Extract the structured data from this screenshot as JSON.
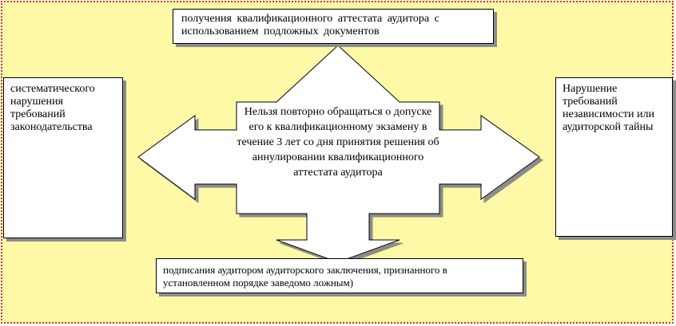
{
  "colors": {
    "background": "#fdf9a6",
    "frame_border": "#d8322a",
    "box_fill": "#ffffff",
    "shadow": "#8c8c8c"
  },
  "center": {
    "text": "Нельзя повторно обращаться о допуске его к квалификационному экзамену в течение 3 лет со дня принятия решения об аннулировании квалификационного аттестата аудитора"
  },
  "top_box": {
    "text": "получения квалификационного аттестата аудитора с использованием подложных документов"
  },
  "left_box": {
    "text": "систематического нарушения требований законодательства"
  },
  "right_box": {
    "text": "Нарушение требований независимости или аудиторской тайны"
  },
  "bottom_box": {
    "text": "подписания аудитором аудиторского заключения, признанного в установленном порядке заведомо ложным)"
  }
}
